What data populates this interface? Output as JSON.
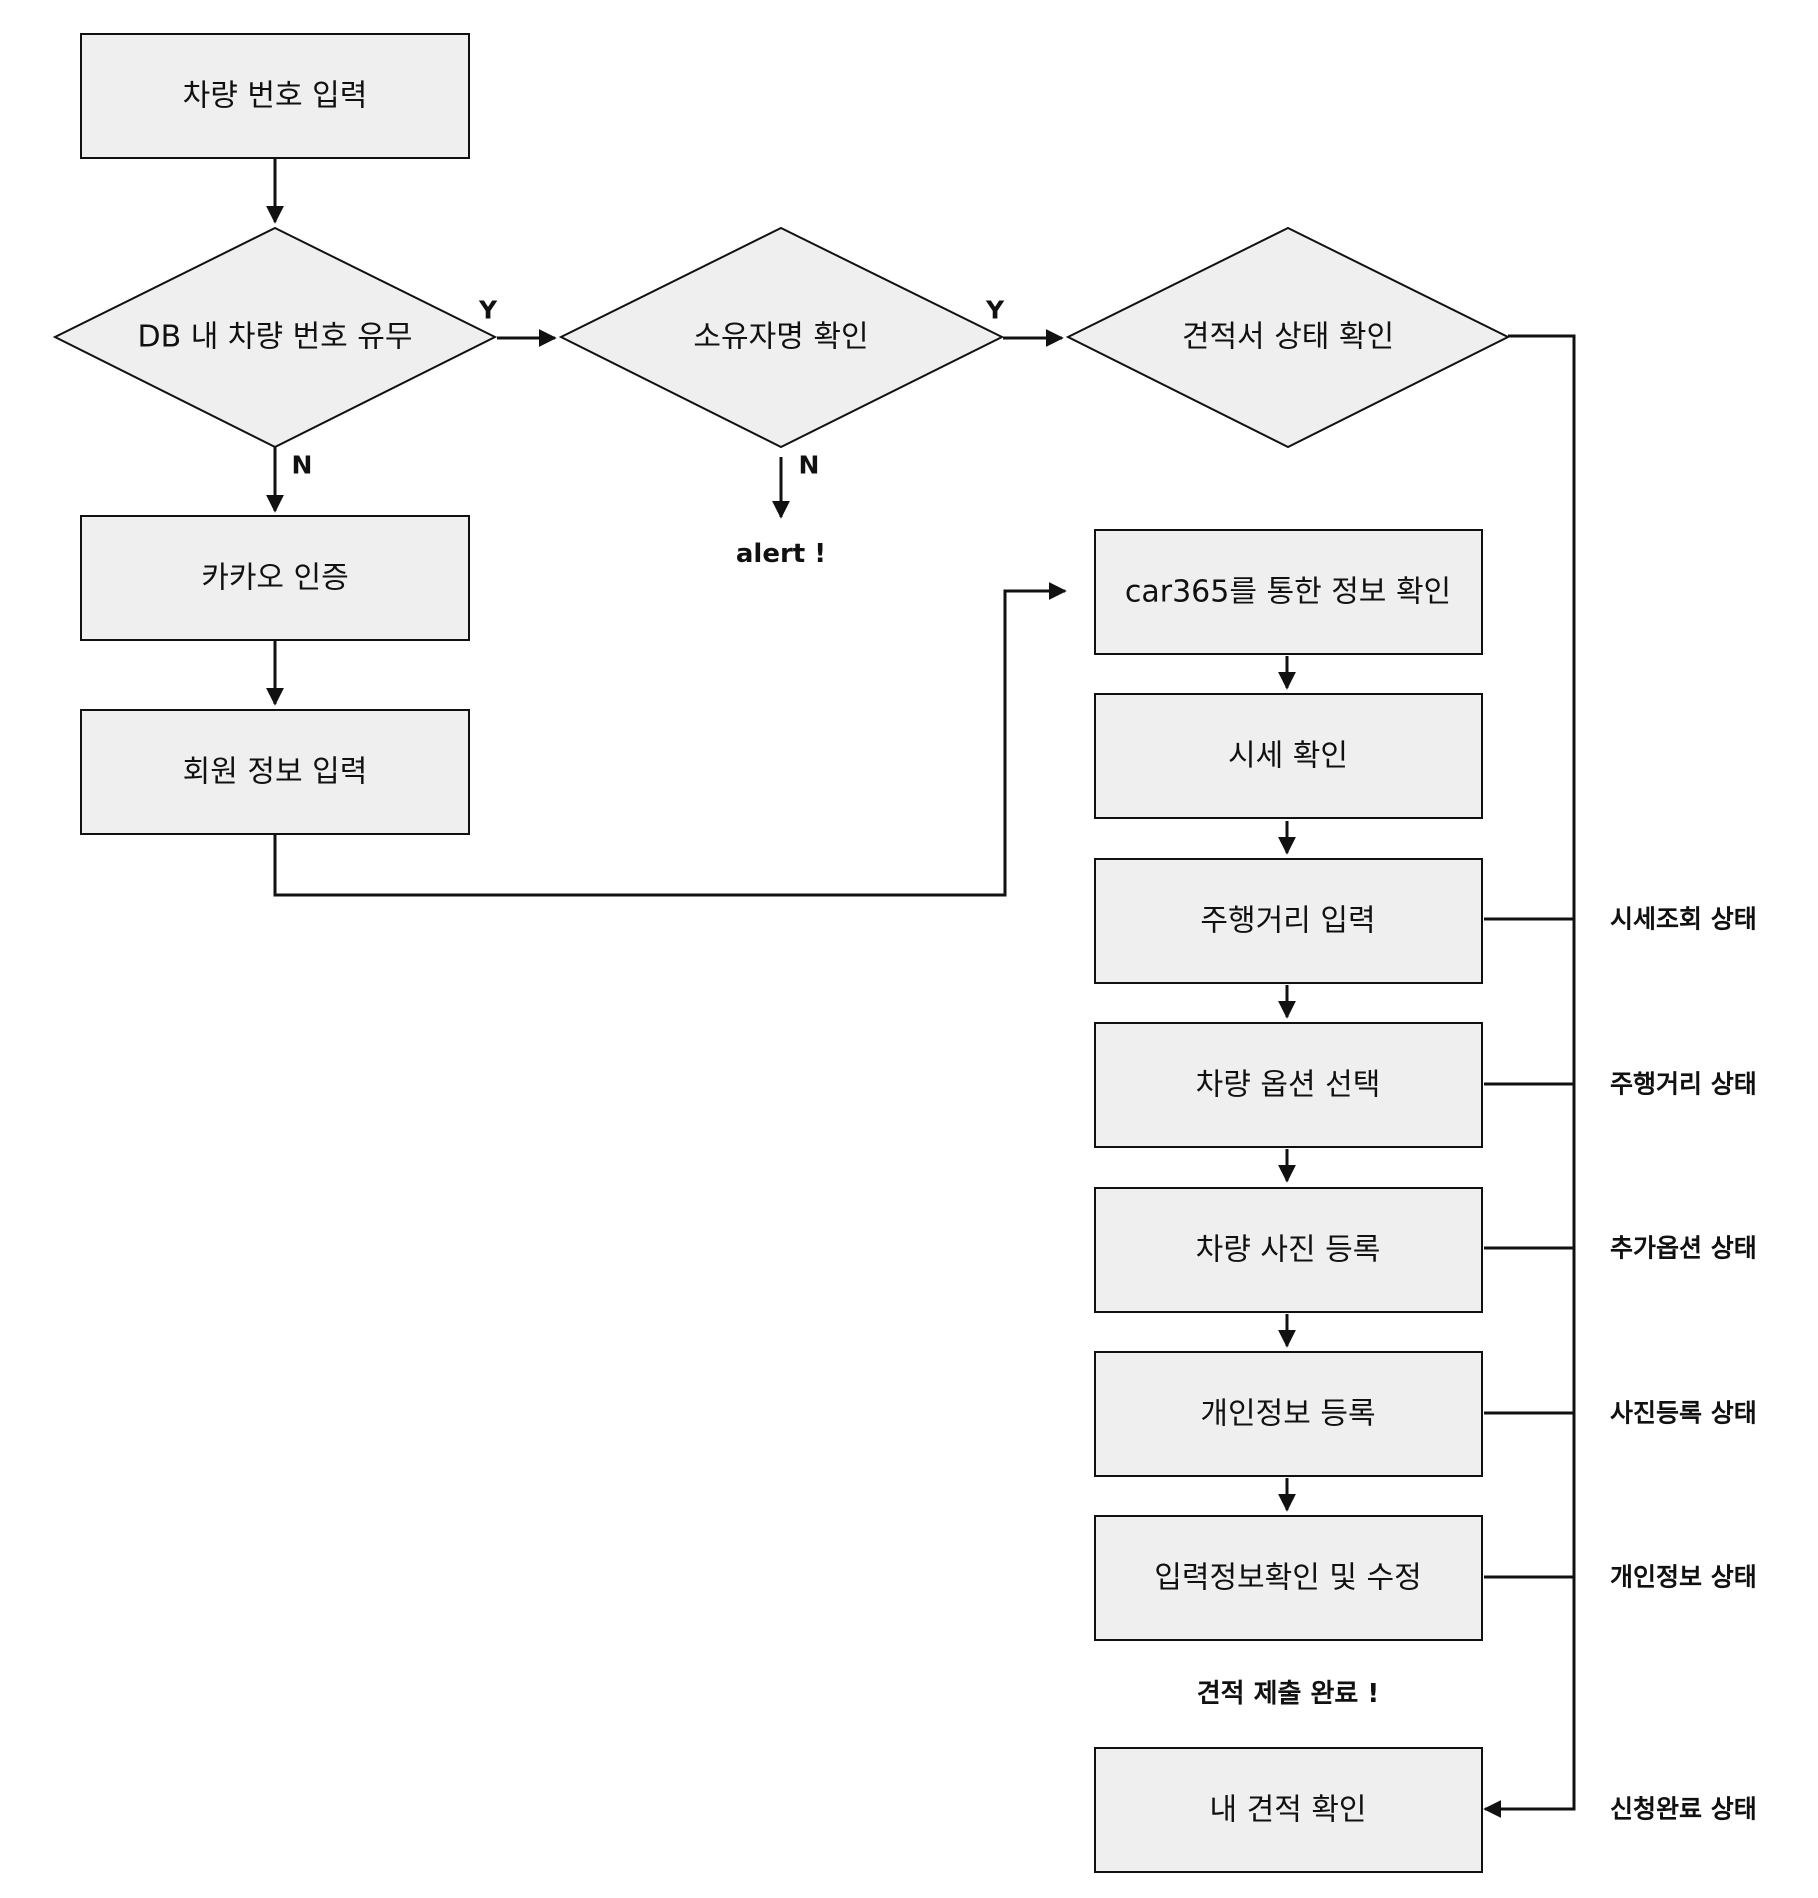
{
  "nodes": {
    "vehicle_number_input": "차량 번호 입력",
    "db_vehicle_check": "DB 내 차량 번호 유무",
    "owner_name_check": "소유자명 확인",
    "estimate_status_check": "견적서 상태 확인",
    "kakao_auth": "카카오 인증",
    "member_info_input": "회원 정보 입력",
    "car365_info_check": "car365를 통한 정보 확인",
    "market_price_check": "시세 확인",
    "mileage_input": "주행거리 입력",
    "vehicle_option_select": "차량 옵션 선택",
    "vehicle_photo_register": "차량 사진 등록",
    "personal_info_register": "개인정보 등록",
    "input_info_review_edit": "입력정보확인 및 수정",
    "my_estimate_check": "내 견적 확인"
  },
  "notes": {
    "alert": "alert !",
    "estimate_submitted": "견적 제출 완료 !"
  },
  "edge_labels": {
    "db_yes": "Y",
    "db_no": "N",
    "owner_yes": "Y",
    "owner_no": "N"
  },
  "statuses": {
    "market_price": "시세조회 상태",
    "mileage": "주행거리 상태",
    "extra_option": "추가옵션 상태",
    "photo_register": "사진등록 상태",
    "personal_info": "개인정보 상태",
    "application_complete": "신청완료 상태"
  }
}
